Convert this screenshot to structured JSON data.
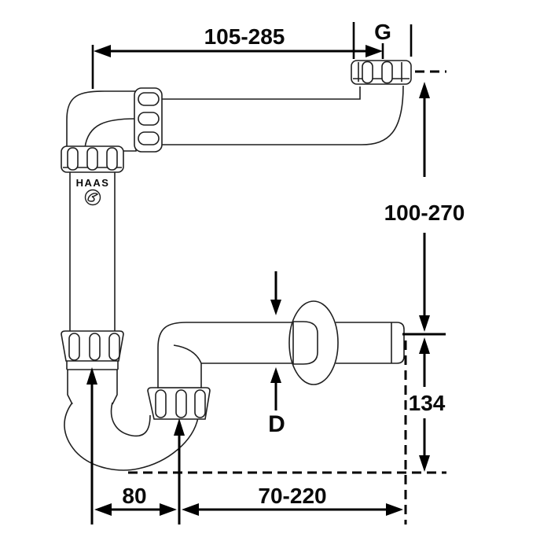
{
  "diagram": {
    "brand": "HAAS",
    "labels": {
      "dim_top": "105-285",
      "thread": "G",
      "dim_right_upper": "100-270",
      "dim_right_lower": "134",
      "outlet_diameter": "D",
      "dim_bottom_left": "80",
      "dim_bottom_right": "70-220"
    },
    "colors": {
      "line": "#000000",
      "pipe_outline": "#1f1f1f",
      "background": "#ffffff"
    }
  }
}
